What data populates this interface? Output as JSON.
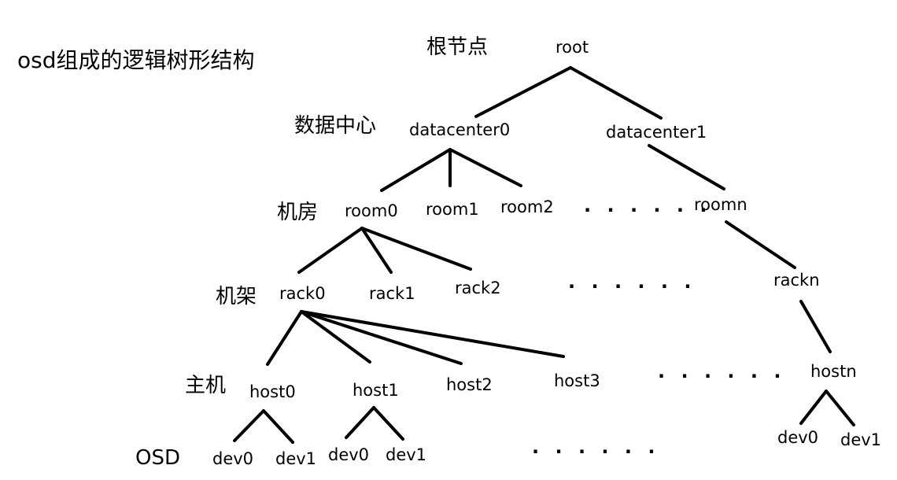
{
  "title": "osd组成的逻辑树形结构",
  "levels": {
    "root": "根节点",
    "datacenter": "数据中心",
    "room": "机房",
    "rack": "机架",
    "host": "主机",
    "osd": "OSD"
  },
  "nodes": {
    "root": "root",
    "datacenter0": "datacenter0",
    "datacenter1": "datacenter1",
    "room0": "room0",
    "room1": "room1",
    "room2": "room2",
    "roomn": "roomn",
    "rack0": "rack0",
    "rack1": "rack1",
    "rack2": "rack2",
    "rackn": "rackn",
    "host0": "host0",
    "host1": "host1",
    "host2": "host2",
    "host3": "host3",
    "hostn": "hostn",
    "host0_dev0": "dev0",
    "host0_dev1": "dev1",
    "host1_dev0": "dev0",
    "host1_dev1": "dev1",
    "hostn_dev0": "dev0",
    "hostn_dev1": "dev1"
  },
  "ellipsis": "· · · · · ·"
}
